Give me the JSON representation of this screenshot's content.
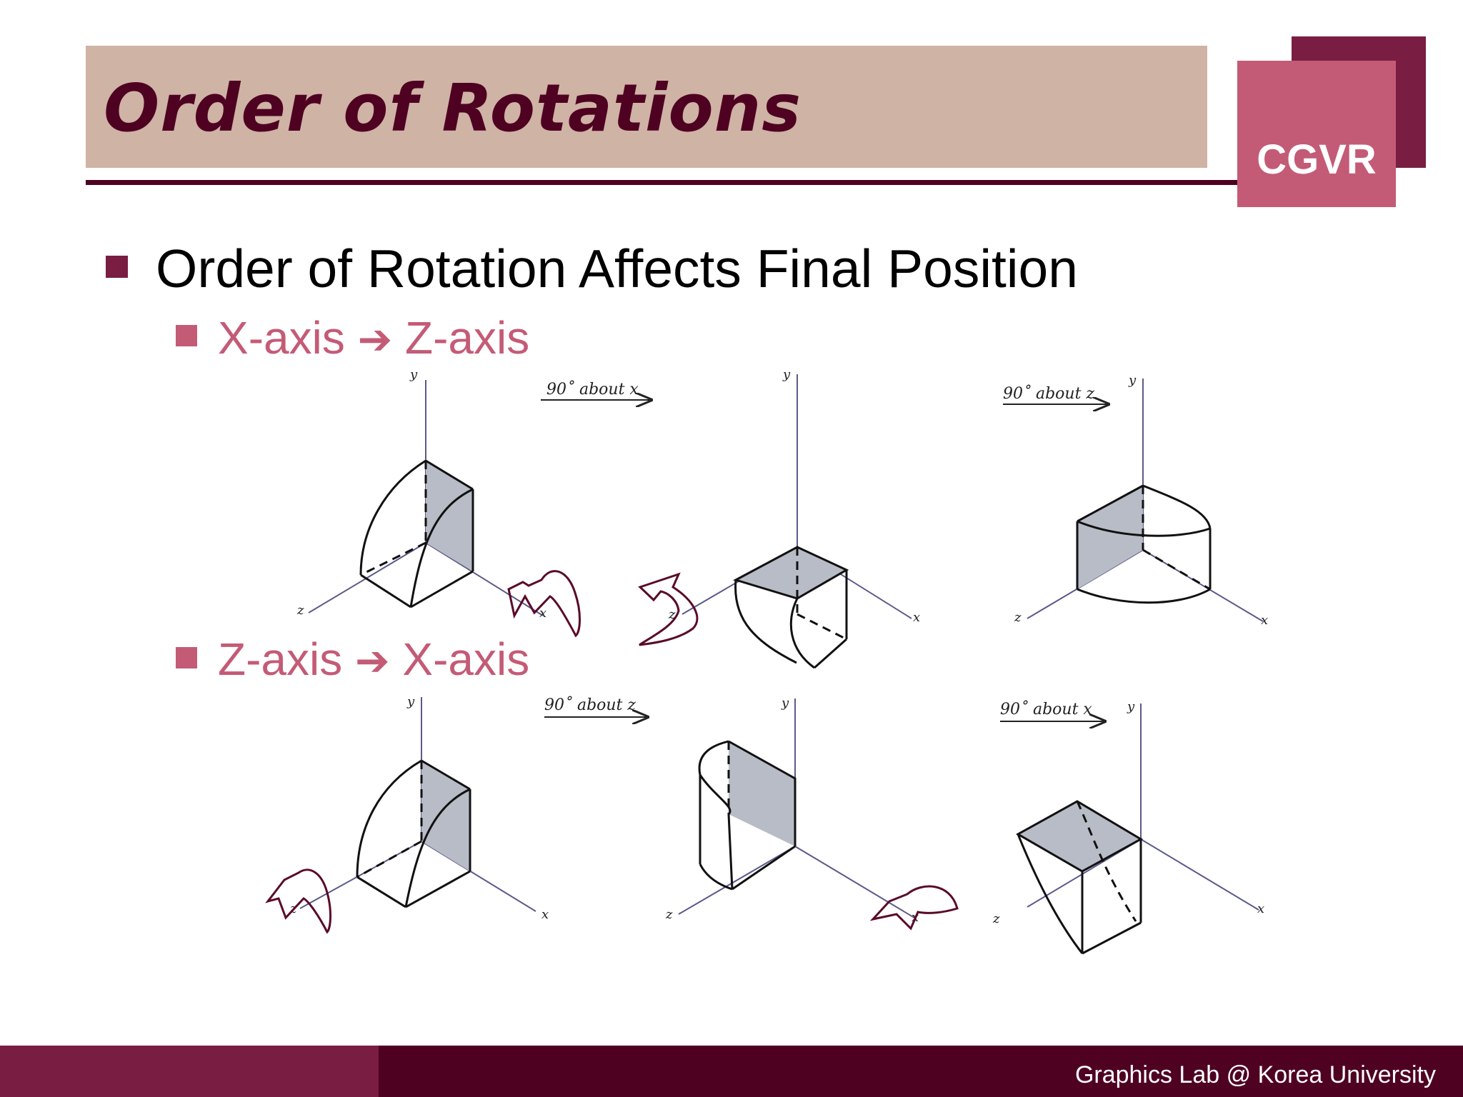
{
  "header": {
    "title": "Order of Rotations",
    "logo": "CGVR"
  },
  "content": {
    "bullet": "Order of Rotation Affects Final Position",
    "sub_bullets": [
      {
        "from": "X-axis",
        "arrow": "➔",
        "to": "Z-axis"
      },
      {
        "from": "Z-axis",
        "arrow": "➔",
        "to": "X-axis"
      }
    ]
  },
  "figure": {
    "row1_step_labels": [
      "90˚ about x",
      "90˚ about z"
    ],
    "row2_step_labels": [
      "90˚ about z",
      "90˚ about x"
    ],
    "axis_labels": {
      "x": "x",
      "y": "y",
      "z": "z"
    }
  },
  "footer": {
    "credit": "Graphics Lab @ Korea University"
  },
  "colors": {
    "dark_maroon": "#4f0122",
    "maroon": "#7a1d43",
    "rose": "#c45b76",
    "title_band": "#cfb3a5",
    "face_shade": "#b8bcc6"
  }
}
